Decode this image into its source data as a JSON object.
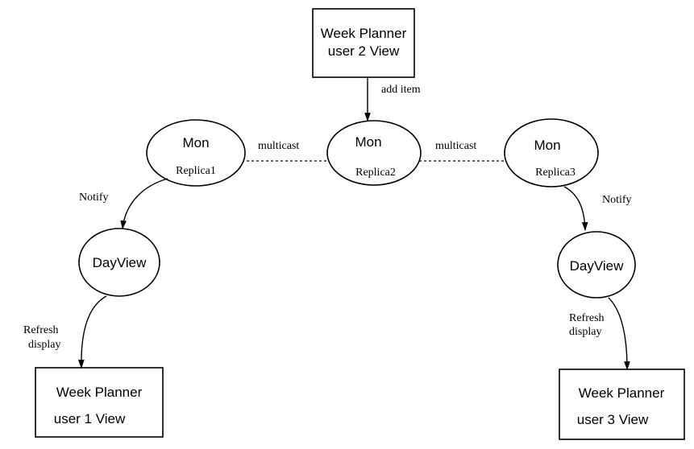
{
  "boxes": {
    "user2": {
      "line1": "Week Planner",
      "line2": "user 2 View"
    },
    "user1": {
      "line1": "Week Planner",
      "line2": "user 1 View"
    },
    "user3": {
      "line1": "Week Planner",
      "line2": "user 3 View"
    }
  },
  "replicas": [
    {
      "title": "Mon",
      "label": "Replica1"
    },
    {
      "title": "Mon",
      "label": "Replica2"
    },
    {
      "title": "Mon",
      "label": "Replica3"
    }
  ],
  "dayviews": {
    "left": {
      "label": "DayView"
    },
    "right": {
      "label": "DayView"
    }
  },
  "edges": {
    "add_item": "add item",
    "multicast_left": "multicast",
    "multicast_right": "multicast",
    "notify_left": "Notify",
    "notify_right": "Notify",
    "refresh_left": {
      "line1": "Refresh",
      "line2": "display"
    },
    "refresh_right": {
      "line1": "Refresh",
      "line2": "display"
    }
  }
}
